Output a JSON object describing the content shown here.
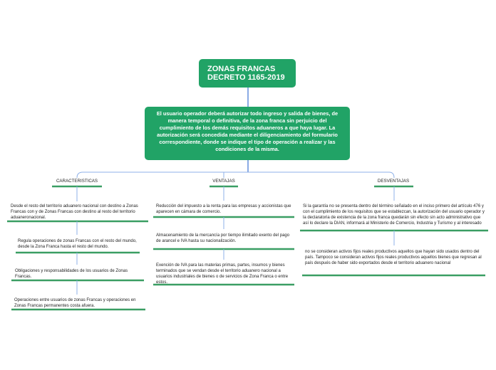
{
  "root": {
    "line1": "ZONAS FRANCAS",
    "line2": "DECRETO 1165-2019"
  },
  "main": {
    "text": "El usuario operador deberá autorizar todo ingreso y salida de bienes, de manera temporal o definitiva, de la zona franca sin perjuicio del cumplimiento de los demás requisitos aduaneros a que haya lugar. La autorización será concedida mediante el diligenciamiento del formulario correspondiente, donde se indique el tipo de operación a realizar y las condiciones de la misma."
  },
  "categories": {
    "caracteristicas": {
      "label": "CARACTERISTICAS",
      "items": [
        "Desde el resto del territorio aduanero nacional con destino a Zonas Francas con y de Zonas Francas con destino al resto del territorio aduaneronacional.",
        "Regula operaciones de zonas Francas con el resto del mundo, desde la Zona Franca hasta el resto del mundo.",
        "Obligaciones y responsabilidades de los usuarios de Zonas Francas.",
        "Operaciones entre usuarios de zonas Francas y operaciones en Zonas Francas permanentes costa afuera."
      ]
    },
    "ventajas": {
      "label": "VENTAJAS",
      "items": [
        "Reducción del impuesto a la renta para las empresas y accionistas que aparecen en cámara de comercio.",
        "Almacenamiento de la mercancía por tiempo ilimitado exento del pago de arancel e IVA hasta su nacionalización.",
        "Exención de IVA para las materias primas, partes, insumos y bienes terminados que se vendan desde el territorio aduanero nacional a usuarios industriales de bienes o de servicios de Zona Franca o entre estos."
      ]
    },
    "desventajas": {
      "label": "DESVENTAJAS",
      "items": [
        "Si la garantía no se presenta dentro del término señalado en el inciso primero del artículo 476 y con el cumplimiento de los requisitos que se establezcan, la autorización del usuario operador y la declaratoria de existencia de la zona franca quedarán sin efecto sin acto administrativo que así lo declare la DIAN, informará al Ministerio de Comercio, Industria y Turismo y al interesado",
        "no se consideran activos fijos reales productivos aquellos que hayan sido usados dentro del país. Tampoco se consideran activos fijos reales productivos aquellos bienes que regresan al país después de haber sido exportados desde el territorio aduanero nacional"
      ]
    }
  },
  "colors": {
    "box": "#21a366",
    "underline": "#3a9e63",
    "connector": "#8fb1e8",
    "trunk": "#3c73d1"
  }
}
